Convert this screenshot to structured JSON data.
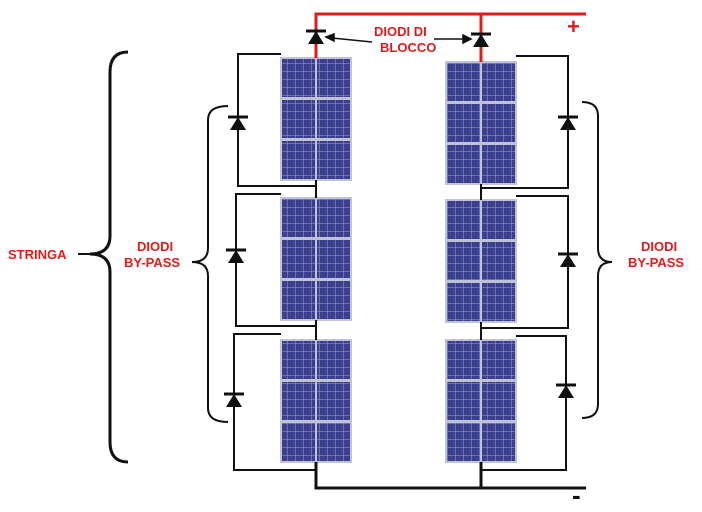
{
  "diagram": {
    "title": "String with blocking and bypass diodes",
    "labels": {
      "string": "STRINGA",
      "bypass_left_line1": "DIODI",
      "bypass_left_line2": "BY-PASS",
      "bypass_right_line1": "DIODI",
      "bypass_right_line2": "BY-PASS",
      "blocking_line1": "DIODI DI",
      "blocking_line2": "BLOCCO",
      "plus": "+",
      "minus": "-"
    },
    "colors": {
      "label_red": "#e01b1b",
      "wire": "#111111",
      "positive_bus": "#e01b1b",
      "cell": "#3b3f8e",
      "cell_grid": "#9aa3d6",
      "panel_border": "#bfc3d4"
    },
    "strings": 2,
    "modules_per_string": 3
  }
}
